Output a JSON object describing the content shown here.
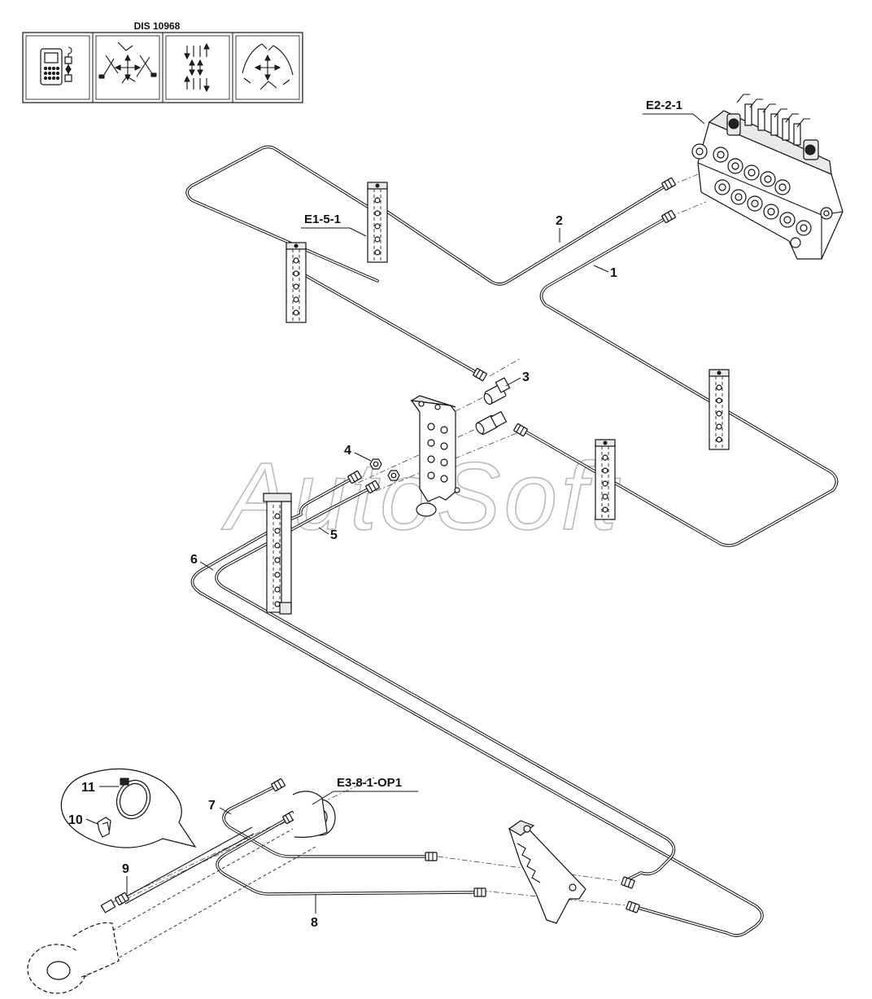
{
  "header": {
    "dis_code": "DIS 10968"
  },
  "icons": [
    "control-panel-icon",
    "boom-arm-movement-icon",
    "hydraulic-flow-arrows-icon",
    "excavator-swing-icon"
  ],
  "references": {
    "e2_2_1": "E2-2-1",
    "e1_5_1": "E1-5-1",
    "e3_8_1_op1": "E3-8-1-OP1"
  },
  "callouts": {
    "c1": "1",
    "c2": "2",
    "c3": "3",
    "c4": "4",
    "c5": "5",
    "c6": "6",
    "c7": "7",
    "c8": "8",
    "c9": "9",
    "c10": "10",
    "c11": "11"
  },
  "watermark": "AutoSoft",
  "colors": {
    "line": "#111111",
    "background": "#ffffff",
    "watermark_outline": "#b9b9b9"
  }
}
